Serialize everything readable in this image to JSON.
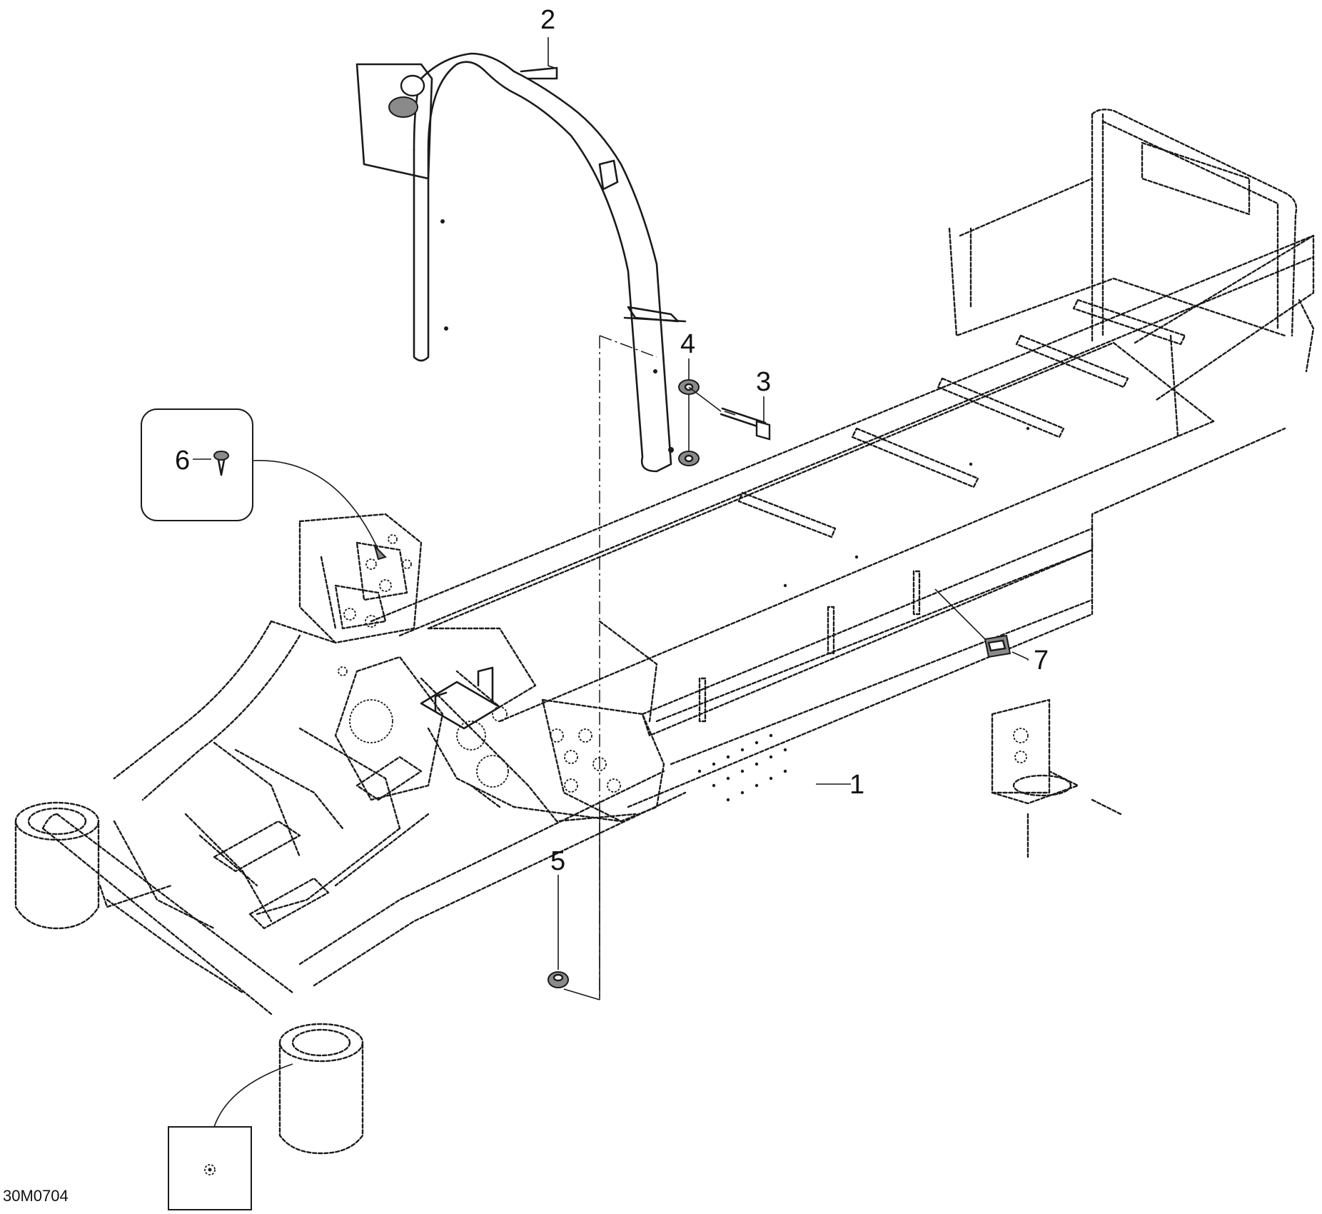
{
  "figure_id": "30M0704",
  "callouts": [
    {
      "label": "1"
    },
    {
      "label": "2"
    },
    {
      "label": "3"
    },
    {
      "label": "4"
    },
    {
      "label": "5"
    },
    {
      "label": "6"
    },
    {
      "label": "7"
    }
  ]
}
